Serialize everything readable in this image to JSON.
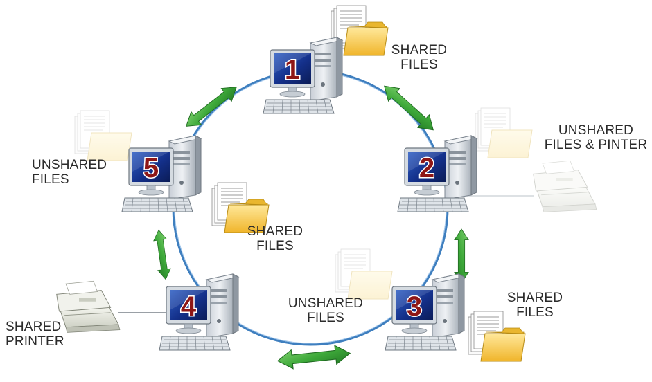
{
  "colors": {
    "ring": "#3f7fbf",
    "arrow": "#3f9f3a",
    "screen": "#1a3a8c",
    "number_fill": "#8e1616",
    "number_stroke": "#ffffff",
    "case": "#d7dde3",
    "folder": "#f2c33d"
  },
  "computers": [
    {
      "number": "1",
      "files_label": [
        "SHARED",
        "FILES"
      ],
      "files_shared": true
    },
    {
      "number": "2",
      "files_label": [
        "UNSHARED",
        "FILES & PINTER"
      ],
      "files_shared": false
    },
    {
      "number": "3",
      "files_label": [
        "SHARED",
        "FILES"
      ],
      "unshared_label": [
        "UNSHARED",
        "FILES"
      ],
      "files_shared": true
    },
    {
      "number": "4",
      "printer_label": [
        "SHARED",
        "PRINTER"
      ],
      "printer_shared": true
    },
    {
      "number": "5",
      "files_label": [
        "SHARED",
        "FILES"
      ],
      "unshared_label": [
        "UNSHARED",
        "FILES"
      ],
      "files_shared": true
    }
  ],
  "icons": [
    "computer-icon",
    "monitor-icon",
    "keyboard-icon",
    "folder-icon",
    "documents-icon",
    "printer-icon",
    "double-arrow-icon"
  ]
}
